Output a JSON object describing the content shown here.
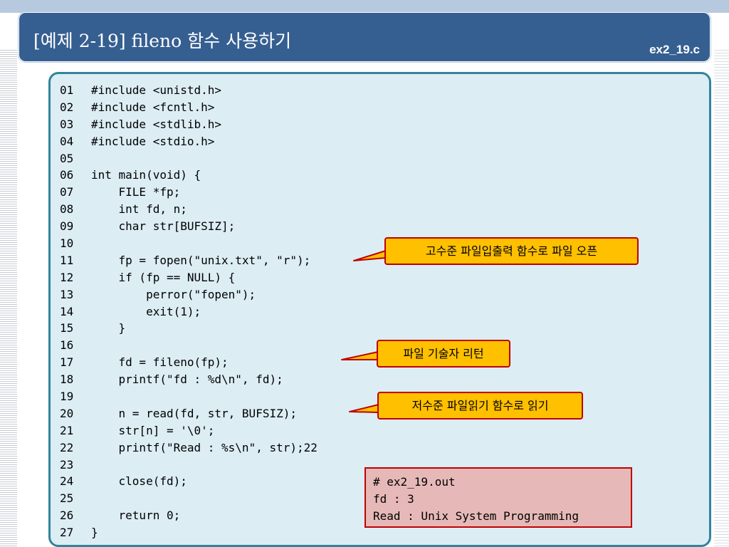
{
  "slide": {
    "title": "[예제 2-19] fileno 함수 사용하기",
    "file_name": "ex2_19.c"
  },
  "code": [
    {
      "n": "01",
      "text": "#include <unistd.h>"
    },
    {
      "n": "02",
      "text": "#include <fcntl.h>"
    },
    {
      "n": "03",
      "text": "#include <stdlib.h>"
    },
    {
      "n": "04",
      "text": "#include <stdio.h>"
    },
    {
      "n": "05",
      "text": ""
    },
    {
      "n": "06",
      "text": "int main(void) {"
    },
    {
      "n": "07",
      "text": "    FILE *fp;"
    },
    {
      "n": "08",
      "text": "    int fd, n;"
    },
    {
      "n": "09",
      "text": "    char str[BUFSIZ];"
    },
    {
      "n": "10",
      "text": ""
    },
    {
      "n": "11",
      "text": "    fp = fopen(\"unix.txt\", \"r\");"
    },
    {
      "n": "12",
      "text": "    if (fp == NULL) {"
    },
    {
      "n": "13",
      "text": "        perror(\"fopen\");"
    },
    {
      "n": "14",
      "text": "        exit(1);"
    },
    {
      "n": "15",
      "text": "    }"
    },
    {
      "n": "16",
      "text": ""
    },
    {
      "n": "17",
      "text": "    fd = fileno(fp);"
    },
    {
      "n": "18",
      "text": "    printf(\"fd : %d\\n\", fd);"
    },
    {
      "n": "19",
      "text": ""
    },
    {
      "n": "20",
      "text": "    n = read(fd, str, BUFSIZ);"
    },
    {
      "n": "21",
      "text": "    str[n] = '\\0';"
    },
    {
      "n": "22",
      "text": "    printf(\"Read : %s\\n\", str);22"
    },
    {
      "n": "23",
      "text": ""
    },
    {
      "n": "24",
      "text": "    close(fd);"
    },
    {
      "n": "25",
      "text": ""
    },
    {
      "n": "26",
      "text": "    return 0;"
    },
    {
      "n": "27",
      "text": "}"
    }
  ],
  "callouts": [
    {
      "text": "고수준 파일입출력 함수로 파일 오픈"
    },
    {
      "text": "파일 기술자 리턴"
    },
    {
      "text": "저수준 파일읽기 함수로 읽기"
    }
  ],
  "output": [
    "# ex2_19.out",
    "fd : 3",
    "Read : Unix System Programming"
  ],
  "colors": {
    "title_bar": "#365f91",
    "code_panel_bg": "#dcedf4",
    "code_panel_border": "#31849b",
    "callout_fill": "#ffc000",
    "callout_border": "#c00000",
    "output_fill": "#e6b9b8"
  }
}
